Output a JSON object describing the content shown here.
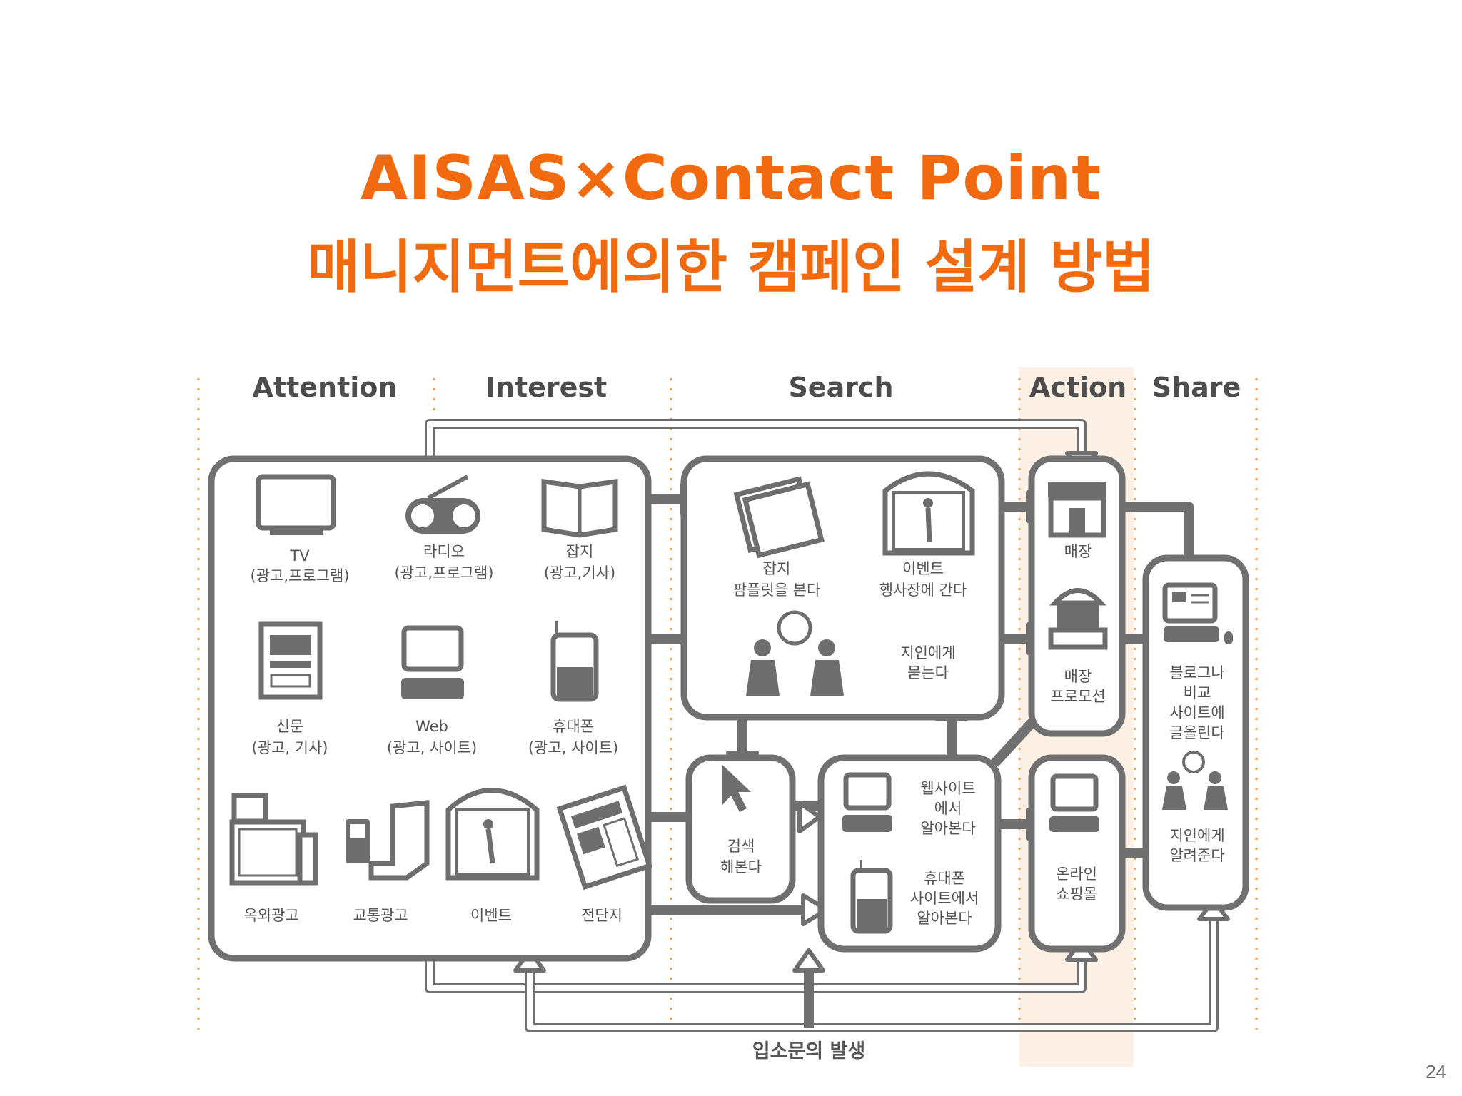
{
  "title": {
    "line1": "AISAS×Contact Point",
    "line2": "매니지먼트에의한 캠페인 설계 방법"
  },
  "page_number": "24",
  "stages": [
    "Attention",
    "Interest",
    "Search",
    "Action",
    "Share"
  ],
  "media": {
    "tv": [
      "TV",
      "(광고,프로그램)"
    ],
    "radio": [
      "라디오",
      "(광고,프로그램)"
    ],
    "magazine": [
      "잡지",
      "(광고,기사)"
    ],
    "newspaper": [
      "신문",
      "(광고, 기사)"
    ],
    "web": [
      "Web",
      "(광고, 사이트)"
    ],
    "mobile": [
      "휴대폰",
      "(광고, 사이트)"
    ],
    "outdoor": [
      "옥외광고"
    ],
    "transit": [
      "교통광고"
    ],
    "event": [
      "이벤트"
    ],
    "flyer": [
      "전단지"
    ]
  },
  "search": {
    "pamphlet": [
      "잡지",
      "팜플릿을 본다"
    ],
    "event_visit": [
      "이벤트",
      "행사장에 간다"
    ],
    "ask": [
      "지인에게",
      "묻는다"
    ],
    "search_box": [
      "검색",
      "해본다"
    ],
    "website": [
      "웹사이트",
      "에서",
      "알아본다"
    ],
    "mobile_site": [
      "휴대폰",
      "사이트에서",
      "알아본다"
    ]
  },
  "action": {
    "store": [
      "매장"
    ],
    "promo": [
      "매장",
      "프로모션"
    ],
    "online": [
      "온라인",
      "쇼핑몰"
    ]
  },
  "share": {
    "blog": [
      "블로그나",
      "비교",
      "사이트에",
      "글올린다"
    ],
    "tell": [
      "지인에게",
      "알려준다"
    ]
  },
  "bottom_label": "입소문의 발생",
  "colors": {
    "title": "#f26a0f",
    "diagram": "#707070",
    "action_band": "#fdf1e6",
    "separator": "#f0a050"
  }
}
